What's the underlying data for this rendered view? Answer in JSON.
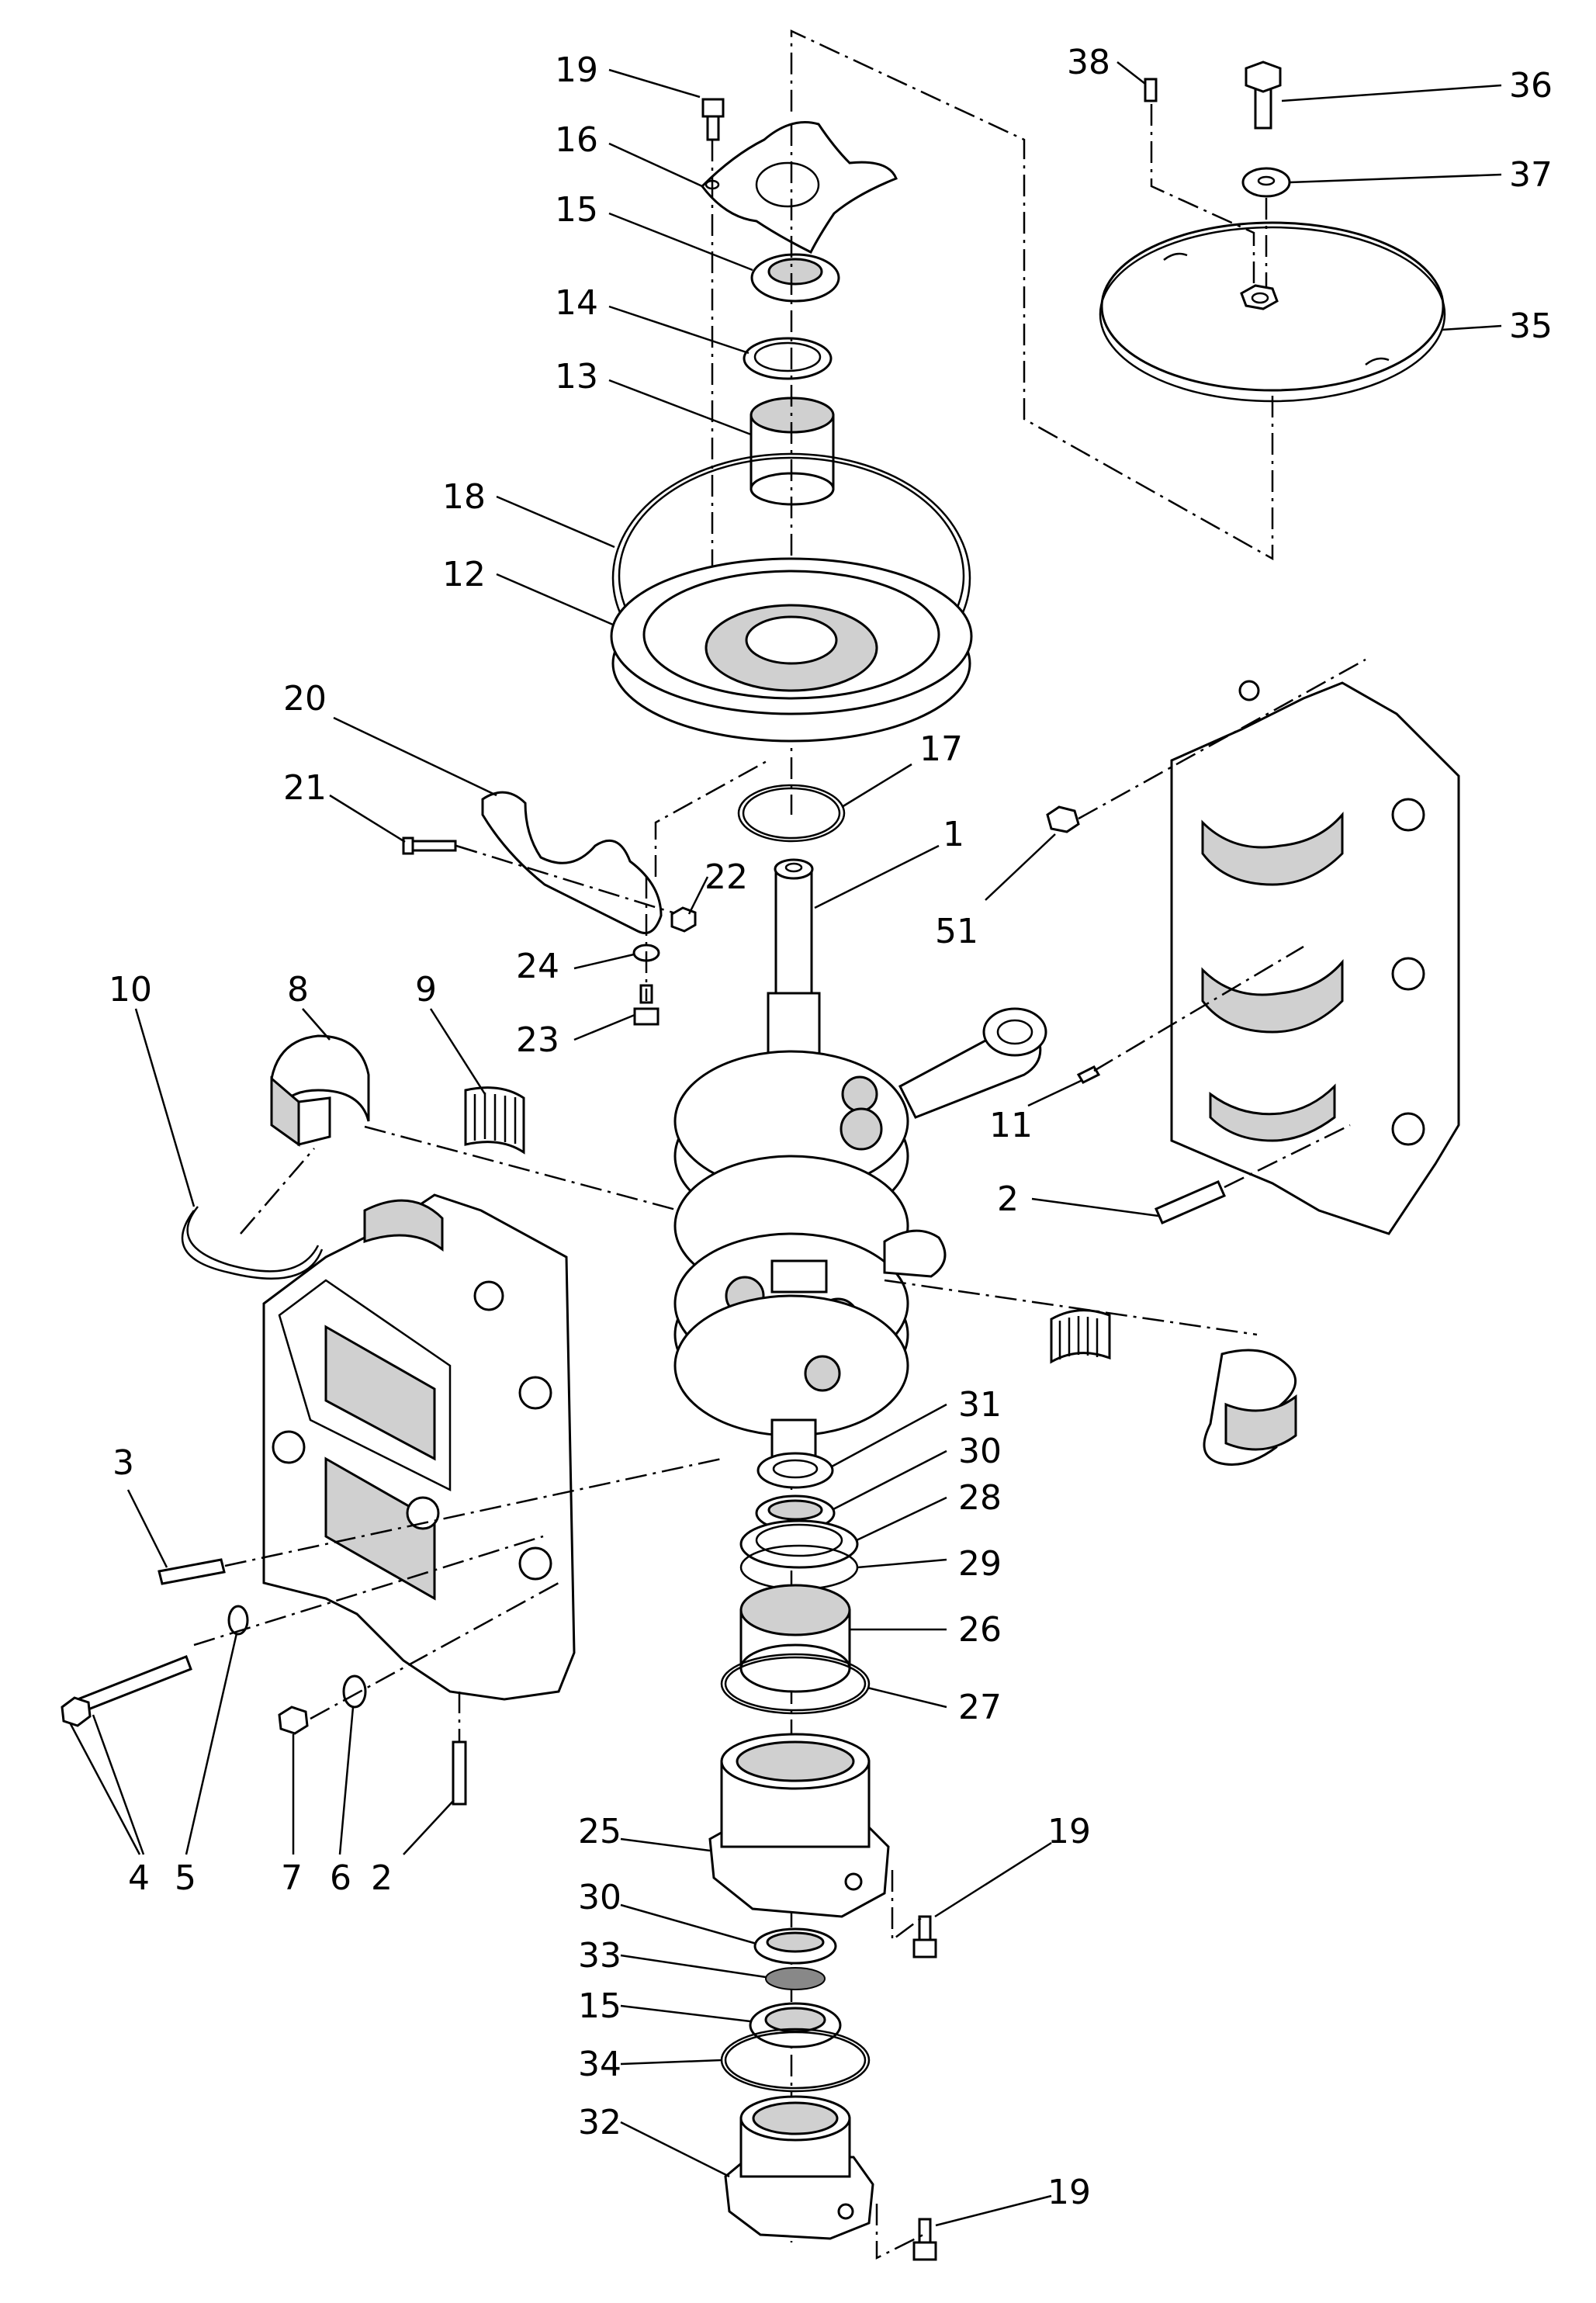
{
  "diagram": {
    "callouts": [
      {
        "id": "c1",
        "text": "19"
      },
      {
        "id": "c2",
        "text": "16"
      },
      {
        "id": "c3",
        "text": "15"
      },
      {
        "id": "c4",
        "text": "14"
      },
      {
        "id": "c5",
        "text": "13"
      },
      {
        "id": "c6",
        "text": "18"
      },
      {
        "id": "c7",
        "text": "12"
      },
      {
        "id": "c8",
        "text": "20"
      },
      {
        "id": "c9",
        "text": "17"
      },
      {
        "id": "c10",
        "text": "21"
      },
      {
        "id": "c11",
        "text": "1"
      },
      {
        "id": "c12",
        "text": "22"
      },
      {
        "id": "c13",
        "text": "51"
      },
      {
        "id": "c14",
        "text": "24"
      },
      {
        "id": "c15",
        "text": "10"
      },
      {
        "id": "c16",
        "text": "8"
      },
      {
        "id": "c17",
        "text": "9"
      },
      {
        "id": "c18",
        "text": "23"
      },
      {
        "id": "c19",
        "text": "11"
      },
      {
        "id": "c20",
        "text": "2"
      },
      {
        "id": "c21",
        "text": "31"
      },
      {
        "id": "c22",
        "text": "30"
      },
      {
        "id": "c23",
        "text": "28"
      },
      {
        "id": "c24",
        "text": "3"
      },
      {
        "id": "c25",
        "text": "29"
      },
      {
        "id": "c26",
        "text": "26"
      },
      {
        "id": "c27",
        "text": "27"
      },
      {
        "id": "c28",
        "text": "4"
      },
      {
        "id": "c29",
        "text": "5"
      },
      {
        "id": "c30",
        "text": "7"
      },
      {
        "id": "c31",
        "text": "6"
      },
      {
        "id": "c32",
        "text": "2"
      },
      {
        "id": "c33",
        "text": "25"
      },
      {
        "id": "c34",
        "text": "19"
      },
      {
        "id": "c35",
        "text": "30"
      },
      {
        "id": "c36",
        "text": "33"
      },
      {
        "id": "c37",
        "text": "15"
      },
      {
        "id": "c38",
        "text": "34"
      },
      {
        "id": "c39",
        "text": "32"
      },
      {
        "id": "c40",
        "text": "19"
      },
      {
        "id": "c41",
        "text": "38"
      },
      {
        "id": "c42",
        "text": "36"
      },
      {
        "id": "c43",
        "text": "37"
      },
      {
        "id": "c44",
        "text": "35"
      }
    ]
  }
}
